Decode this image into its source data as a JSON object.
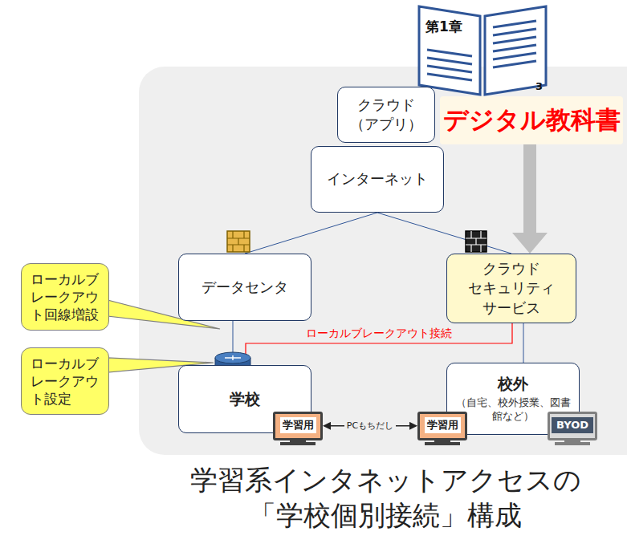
{
  "diagram": {
    "caption": "学習系インタネットアクセスの 「学校個別接続」構成",
    "nodes": [
      {
        "text": [
          "クラウド （アプリ）"
        ]
      },
      {
        "text": [
          "デジタル教科書"
        ]
      },
      {
        "text": [
          "インターネット"
        ]
      },
      {
        "text": [
          "ローカルブレークアウト回線増設"
        ]
      },
      {
        "text": [
          "データセンタ"
        ]
      },
      {
        "text": [
          "クラウド セキュリティ サービス"
        ]
      },
      {
        "text": [
          "ローカルブレークアウト設定"
        ]
      },
      {
        "text": [
          "学校"
        ]
      },
      {
        "text": [
          "校外",
          "（自宅、校外授業、図書館など）"
        ]
      },
      {
        "text": [
          "学習用"
        ]
      },
      {
        "text": [
          "学習用"
        ]
      },
      {
        "text": [
          "BYOD"
        ]
      }
    ],
    "edges": [
      {
        "from": 2,
        "to": 4,
        "arrow": "none"
      },
      {
        "from": 2,
        "to": 5,
        "arrow": "none"
      },
      {
        "from": 4,
        "to": 7,
        "arrow": "none"
      },
      {
        "from": 7,
        "to": 5,
        "label": "ローカルブレークアウト接続",
        "arrow": "none"
      },
      {
        "from": 5,
        "to": 8,
        "arrow": "none"
      },
      {
        "from": 9,
        "to": 10,
        "label": "PCもちだし",
        "arrow": "both"
      },
      {
        "from": 1,
        "to": 5,
        "arrow": "to"
      }
    ],
    "labels": [
      "第1章",
      "3"
    ]
  }
}
